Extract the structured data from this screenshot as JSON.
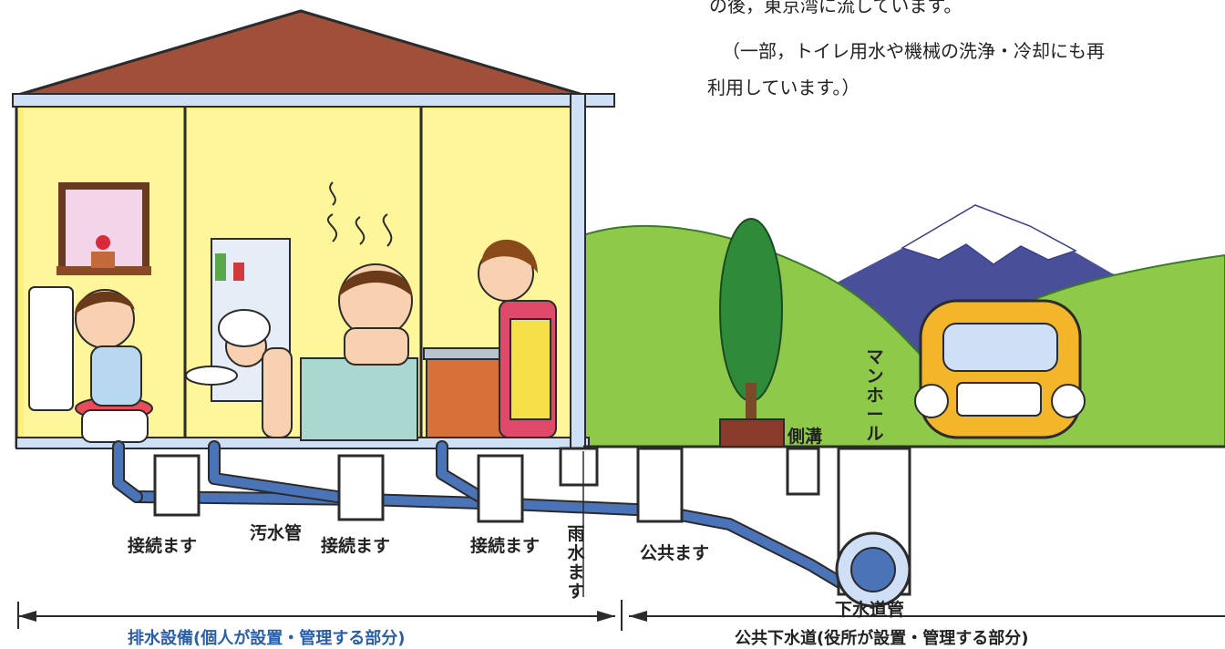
{
  "intro_text": {
    "line1": "の後，東京湾に流しています。",
    "line2": "（一部，トイレ用水や機械の洗浄・冷却にも再",
    "line3": "利用しています。）"
  },
  "labels": {
    "setsuzoku_masu_1": "接続ます",
    "osui_kan": "汚水管",
    "setsuzoku_masu_2": "接続ます",
    "setsuzoku_masu_3": "接続ます",
    "usui_masu": "雨水ます",
    "kokyo_masu": "公共ます",
    "sokko": "側溝",
    "manhole": "マンホール",
    "gesuido_kan": "下水道管"
  },
  "sections": {
    "private": "排水設備(個人が設置・管理する部分)",
    "public": "公共下水道(役所が設置・管理する部分)"
  },
  "colors": {
    "wall": "#fdf07a",
    "roof": "#a0503a",
    "pipe": "#4a73b8",
    "pipe_light": "#a8c0e6",
    "hill": "#8fc94a",
    "mountain": "#4a4f9a",
    "car": "#f3b52a",
    "tree": "#2f8a3a"
  }
}
